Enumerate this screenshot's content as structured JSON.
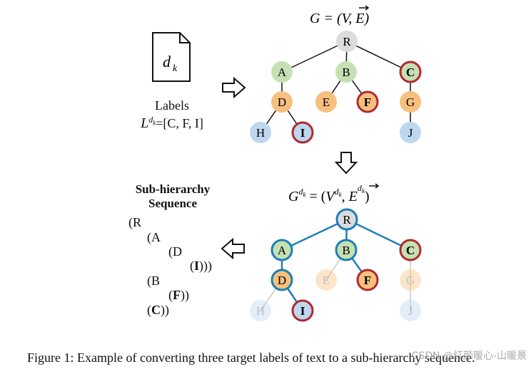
{
  "document": {
    "label": "d",
    "label_sub": "k"
  },
  "labels_block": {
    "heading": "Labels",
    "symbol": "L",
    "sup": "d",
    "sup_sub": "k",
    "value": "=[C, F, I]"
  },
  "top_graph": {
    "title": "G = (V, E)",
    "nodes": {
      "R": "R",
      "A": "A",
      "B": "B",
      "C": "C",
      "D": "D",
      "E": "E",
      "F": "F",
      "G": "G",
      "H": "H",
      "I": "I",
      "J": "J"
    }
  },
  "bottom_graph": {
    "title": "G^dk = (V^dk, E^dk)"
  },
  "sub_hierarchy": {
    "title_line1": "Sub-hierarchy",
    "title_line2": "Sequence",
    "lines": [
      "(R",
      "(A",
      "(D",
      "(I)))",
      "(B",
      "(F))",
      "(C))"
    ]
  },
  "caption": "Figure 1: Example of converting three target labels of text to a sub-hierarchy sequence.",
  "watermark": "CSDN @红颜暖心-山暖景",
  "colors": {
    "gray": "#dcdcdc",
    "green": "#c6e0b4",
    "orange": "#f7c07e",
    "blue": "#bdd7ee",
    "red_border": "#b02a30",
    "blue_edge": "#1f7fb5"
  }
}
